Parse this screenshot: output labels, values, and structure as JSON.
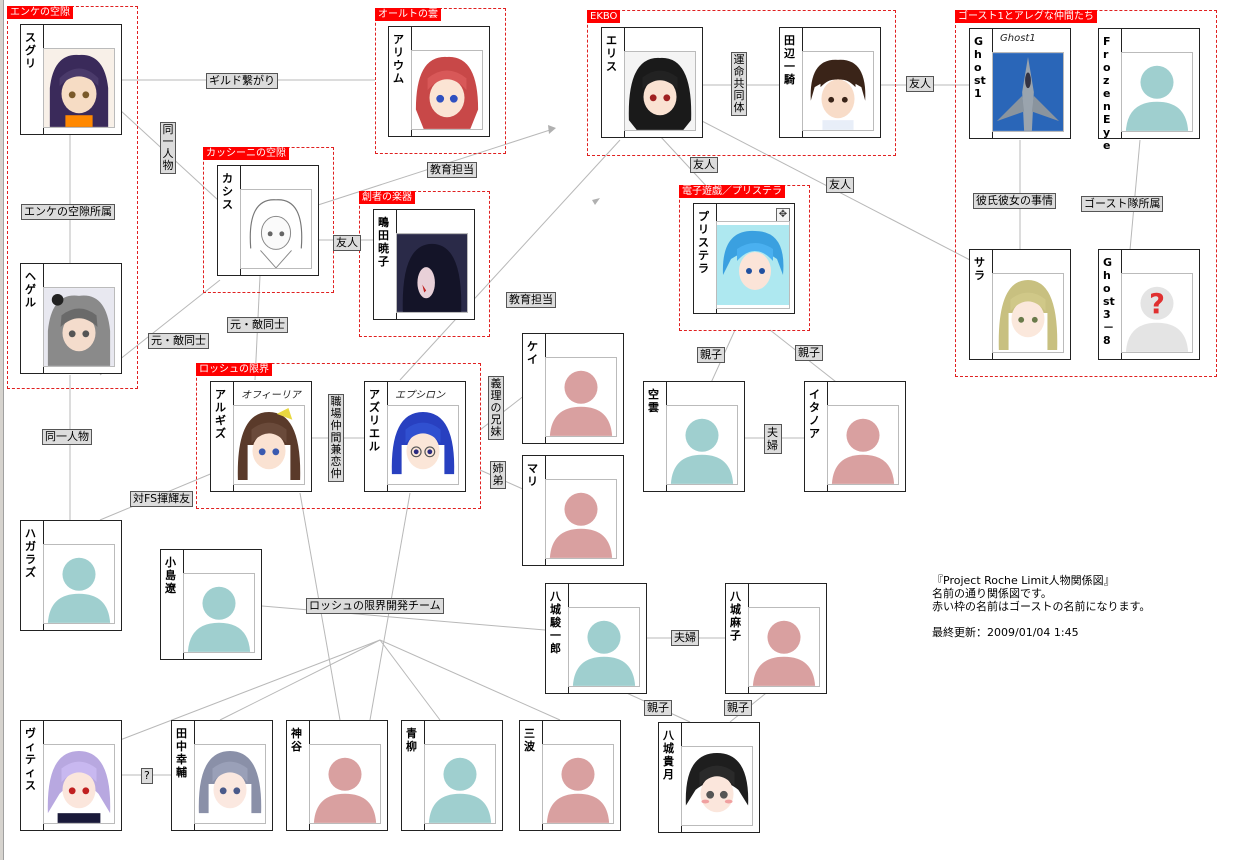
{
  "groups": [
    {
      "id": "g1",
      "label": "エンケの空隙"
    },
    {
      "id": "g2",
      "label": "オールトの雲"
    },
    {
      "id": "g3",
      "label": "EKBO"
    },
    {
      "id": "g4",
      "label": "ゴースト1とアレグな仲間たち"
    },
    {
      "id": "g5",
      "label": "カッシーニの空隙"
    },
    {
      "id": "g6",
      "label": "創者の楽器"
    },
    {
      "id": "g7",
      "label": "電子遊戯／プリステラ"
    },
    {
      "id": "g8",
      "label": "ロッシュの限界"
    }
  ],
  "cards": [
    {
      "id": "suguri",
      "name": "スグリ",
      "sub": "",
      "photo": "anime-purple"
    },
    {
      "id": "hegel",
      "name": "ヘゲル",
      "sub": "",
      "photo": "anime-grey"
    },
    {
      "id": "arium",
      "name": "アリウム",
      "sub": "",
      "photo": "anime-red"
    },
    {
      "id": "eris",
      "name": "エリス",
      "sub": "",
      "photo": "anime-black"
    },
    {
      "id": "tanabe",
      "name": "田辺　一騎",
      "sub": "",
      "photo": "anime-brown"
    },
    {
      "id": "ghost1",
      "name": "Ghost1",
      "sub": "Ghost1",
      "photo": "jet"
    },
    {
      "id": "frozeneye",
      "name": "FrozenEye",
      "sub": "",
      "photo": "silhouette-blue"
    },
    {
      "id": "kasis",
      "name": "カシス",
      "sub": "",
      "photo": "anime-sketch"
    },
    {
      "id": "shigita",
      "name": "鴫田　暁子",
      "sub": "",
      "photo": "anime-dark"
    },
    {
      "id": "pristella",
      "name": "プリステラ",
      "sub": "",
      "photo": "anime-blue"
    },
    {
      "id": "sara",
      "name": "サラ",
      "sub": "",
      "photo": "anime-blonde"
    },
    {
      "id": "ghost318",
      "name": "Ghost　3－8",
      "sub": "",
      "photo": "question"
    },
    {
      "id": "kei",
      "name": "ケイ",
      "sub": "",
      "photo": "silhouette-pink"
    },
    {
      "id": "mari",
      "name": "マリ",
      "sub": "",
      "photo": "silhouette-pink"
    },
    {
      "id": "kuuun",
      "name": "空雲",
      "sub": "",
      "photo": "silhouette-blue"
    },
    {
      "id": "itanoa",
      "name": "イタノア",
      "sub": "",
      "photo": "silhouette-pink"
    },
    {
      "id": "algiz",
      "name": "アルギズ",
      "sub": "オフィーリア",
      "photo": "anime-brownhair"
    },
    {
      "id": "azrael",
      "name": "アズリエル",
      "sub": "エプシロン",
      "photo": "anime-glasses"
    },
    {
      "id": "hagalaz",
      "name": "ハガラズ",
      "sub": "",
      "photo": "silhouette-blue"
    },
    {
      "id": "kojima",
      "name": "小島遼",
      "sub": "",
      "photo": "silhouette-blue"
    },
    {
      "id": "yashiro_k",
      "name": "八城　駿一郎",
      "sub": "",
      "photo": "silhouette-blue"
    },
    {
      "id": "yashiro_a",
      "name": "八城　麻子",
      "sub": "",
      "photo": "silhouette-pink"
    },
    {
      "id": "vitis",
      "name": "ヴィティス",
      "sub": "",
      "photo": "anime-lavender"
    },
    {
      "id": "tanaka",
      "name": "田中　幸輔",
      "sub": "",
      "photo": "anime-silver"
    },
    {
      "id": "kamiya",
      "name": "神谷",
      "sub": "",
      "photo": "silhouette-pink"
    },
    {
      "id": "aoyagi",
      "name": "青柳",
      "sub": "",
      "photo": "silhouette-blue"
    },
    {
      "id": "minami",
      "name": "三波",
      "sub": "",
      "photo": "silhouette-pink"
    },
    {
      "id": "yashiro_t",
      "name": "八城　貴月",
      "sub": "",
      "photo": "anime-blackhair"
    }
  ],
  "labels": [
    {
      "id": "l1",
      "text": "ギルド繋がり"
    },
    {
      "id": "l2",
      "text": "エンケの空隙所属"
    },
    {
      "id": "l3",
      "text": "教育担当"
    },
    {
      "id": "l4",
      "text": "友人"
    },
    {
      "id": "l5",
      "text": "友人"
    },
    {
      "id": "l6",
      "text": "友人"
    },
    {
      "id": "l7",
      "text": "友人"
    },
    {
      "id": "l8",
      "text": "彼氏彼女の事情"
    },
    {
      "id": "l9",
      "text": "ゴースト隊所属"
    },
    {
      "id": "l10",
      "text": "元・敵同士"
    },
    {
      "id": "l11",
      "text": "元・敵同士"
    },
    {
      "id": "l12",
      "text": "教育担当"
    },
    {
      "id": "l13",
      "text": "親子"
    },
    {
      "id": "l14",
      "text": "親子"
    },
    {
      "id": "l15",
      "text": "夫婦"
    },
    {
      "id": "l16",
      "text": "同一人物"
    },
    {
      "id": "l17",
      "text": "対FS揮輝友"
    },
    {
      "id": "l18",
      "text": "ロッシュの限界開発チーム"
    },
    {
      "id": "l19",
      "text": "夫婦"
    },
    {
      "id": "l20",
      "text": "親子"
    },
    {
      "id": "l21",
      "text": "親子"
    },
    {
      "id": "l22",
      "text": "?"
    }
  ],
  "vlabels": [
    {
      "id": "v1",
      "text": "同一人物"
    },
    {
      "id": "v2",
      "text": "運命共同体"
    },
    {
      "id": "v3",
      "text": "職場仲間兼恋仲"
    },
    {
      "id": "v4",
      "text": "義理の兄妹"
    },
    {
      "id": "v5",
      "text": "姉弟"
    }
  ],
  "notes": {
    "line1": "『Project Roche Limit人物関係図』",
    "line2": "名前の通り関係図です。",
    "line3": "赤い枠の名前はゴーストの名前になります。",
    "line4": "最終更新：2009/01/04 1:45"
  },
  "colors": {
    "group_border": "#e02020",
    "group_label_bg": "#ff0000",
    "link_line": "#b8b8b8",
    "silhouette_blue": "#9fcfcf",
    "silhouette_pink": "#d9a0a0"
  }
}
